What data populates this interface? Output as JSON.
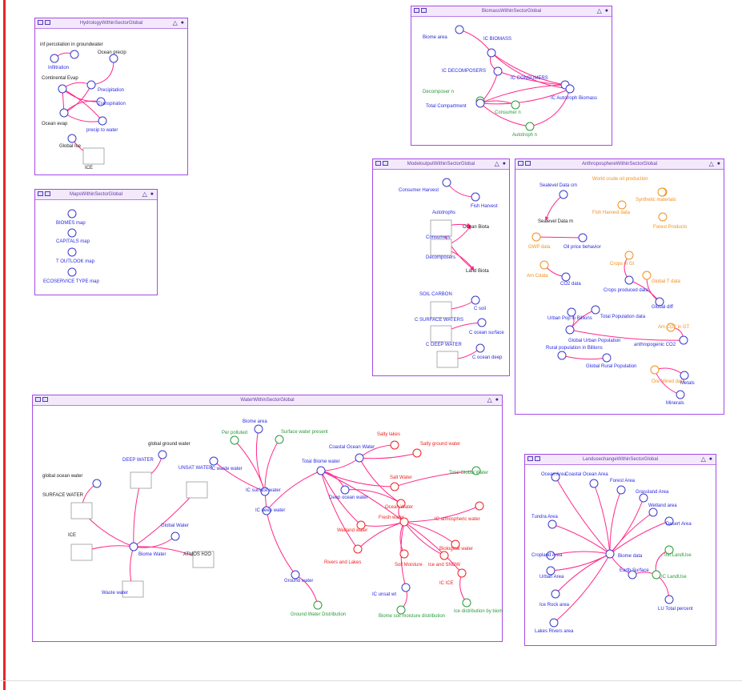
{
  "panels": [
    {
      "id": "hydro",
      "title": "HydrologyWithinSectorGlobal",
      "labels": [
        {
          "t": "inf percolation in groundwater",
          "c": "k"
        },
        {
          "t": "Infiltration",
          "c": "b"
        },
        {
          "t": "Ocean precip",
          "c": "k"
        },
        {
          "t": "Continental Evap",
          "c": "k"
        },
        {
          "t": "Precipitation",
          "c": "b"
        },
        {
          "t": "Transpiration",
          "c": "b"
        },
        {
          "t": "Ocean evap",
          "c": "k"
        },
        {
          "t": "precip to water",
          "c": "b"
        },
        {
          "t": "Global Ice",
          "c": "k"
        },
        {
          "t": "ICE",
          "c": "k"
        }
      ]
    },
    {
      "id": "maps",
      "title": "MapsWithinSectorGlobal",
      "labels": [
        {
          "t": "BIOMES map",
          "c": "b"
        },
        {
          "t": "CAPITALS map",
          "c": "b"
        },
        {
          "t": "T OUTLOOK map",
          "c": "b"
        },
        {
          "t": "ECOSERVICE TYPE map",
          "c": "b"
        }
      ]
    },
    {
      "id": "biomass",
      "title": "BiomassWithinSectorGlobal",
      "labels": [
        {
          "t": "Biome area",
          "c": "b"
        },
        {
          "t": "IC BIOMASS",
          "c": "b"
        },
        {
          "t": "IC DECOMPOSERS",
          "c": "b"
        },
        {
          "t": "IC CONSUMERS",
          "c": "b"
        },
        {
          "t": "Decomposer n",
          "c": "g"
        },
        {
          "t": "IC Autotroph Biomass",
          "c": "b"
        },
        {
          "t": "Total Compartment",
          "c": "b"
        },
        {
          "t": "Consumer n",
          "c": "g"
        },
        {
          "t": "Autotroph n",
          "c": "g"
        }
      ]
    },
    {
      "id": "model",
      "title": "ModeloutputWithinSectorGlobal",
      "labels": [
        {
          "t": "Consumer Harvest",
          "c": "b"
        },
        {
          "t": "Fish Harvest",
          "c": "b"
        },
        {
          "t": "Autotrophs",
          "c": "b"
        },
        {
          "t": "Ocean Biota",
          "c": "k"
        },
        {
          "t": "Consumers",
          "c": "b"
        },
        {
          "t": "Decomposers",
          "c": "b"
        },
        {
          "t": "Land Biota",
          "c": "k"
        },
        {
          "t": "SOIL CARBON",
          "c": "b"
        },
        {
          "t": "C soil",
          "c": "b"
        },
        {
          "t": "C SURFACE WATERS",
          "c": "b"
        },
        {
          "t": "C ocean surface",
          "c": "b"
        },
        {
          "t": "C DEEP WATER",
          "c": "b"
        },
        {
          "t": "C ocean deep",
          "c": "b"
        }
      ]
    },
    {
      "id": "anthro",
      "title": "AnthroposphereWithinSectorGlobal",
      "labels": [
        {
          "t": "Sealevel Data cm",
          "c": "b"
        },
        {
          "t": "World crude oil production",
          "c": "o"
        },
        {
          "t": "Synthetic materials",
          "c": "o"
        },
        {
          "t": "Fish Harvest data",
          "c": "o"
        },
        {
          "t": "Sealevel Data m",
          "c": "k"
        },
        {
          "t": "Forest Products",
          "c": "o"
        },
        {
          "t": "GWP data",
          "c": "o"
        },
        {
          "t": "Oil price behavior",
          "c": "b"
        },
        {
          "t": "Crops in Gt",
          "c": "o"
        },
        {
          "t": "Am Cdata",
          "c": "o"
        },
        {
          "t": "CO2 data",
          "c": "b"
        },
        {
          "t": "Crops produced data",
          "c": "b"
        },
        {
          "t": "Global T data",
          "c": "o"
        },
        {
          "t": "Global diff",
          "c": "b"
        },
        {
          "t": "Total Population data",
          "c": "b"
        },
        {
          "t": "Urban Pop in Billions",
          "c": "b"
        },
        {
          "t": "Am CO2 in GT",
          "c": "o"
        },
        {
          "t": "Global Urban Population",
          "c": "b"
        },
        {
          "t": "anthropogenic CO2",
          "c": "b"
        },
        {
          "t": "Rural population in Billions",
          "c": "b"
        },
        {
          "t": "Global Rural Population",
          "c": "b"
        },
        {
          "t": "Ore Mined data",
          "c": "o"
        },
        {
          "t": "Metals",
          "c": "b"
        },
        {
          "t": "Minerals",
          "c": "b"
        }
      ]
    },
    {
      "id": "water",
      "title": "WaterWithinSectorGlobal",
      "labels": [
        {
          "t": "global ground water",
          "c": "k"
        },
        {
          "t": "DEEP WATER",
          "c": "b"
        },
        {
          "t": "global ocean water",
          "c": "k"
        },
        {
          "t": "UNSAT WATER",
          "c": "b"
        },
        {
          "t": "SURFACE WATER",
          "c": "k"
        },
        {
          "t": "Global Water",
          "c": "b"
        },
        {
          "t": "ICE",
          "c": "k"
        },
        {
          "t": "Biome Water",
          "c": "b"
        },
        {
          "t": "ATMOS H2O",
          "c": "k"
        },
        {
          "t": "Waste water",
          "c": "b"
        },
        {
          "t": "Biome area",
          "c": "b"
        },
        {
          "t": "Per polluted",
          "c": "g"
        },
        {
          "t": "Surface water present",
          "c": "g"
        },
        {
          "t": "Salty lakes",
          "c": "r"
        },
        {
          "t": "Salty ground water",
          "c": "r"
        },
        {
          "t": "Coastal Ocean Water",
          "c": "b"
        },
        {
          "t": "Total Biome water",
          "c": "b"
        },
        {
          "t": "IC waste water",
          "c": "b"
        },
        {
          "t": "Total Global Water",
          "c": "g"
        },
        {
          "t": "Salt Water",
          "c": "r"
        },
        {
          "t": "IC surface water",
          "c": "b"
        },
        {
          "t": "Deep ocean water",
          "c": "b"
        },
        {
          "t": "Ocean Water",
          "c": "r"
        },
        {
          "t": "IC deep water",
          "c": "b"
        },
        {
          "t": "Fresh water",
          "c": "r"
        },
        {
          "t": "IC atmospheric water",
          "c": "r"
        },
        {
          "t": "Wetland water",
          "c": "r"
        },
        {
          "t": "Rivers and Lakes",
          "c": "r"
        },
        {
          "t": "Biological water",
          "c": "r"
        },
        {
          "t": "Soil Moisture",
          "c": "r"
        },
        {
          "t": "Ice and SNOW",
          "c": "r"
        },
        {
          "t": "Ground water",
          "c": "b"
        },
        {
          "t": "IC ICE",
          "c": "r"
        },
        {
          "t": "IC unsat wt",
          "c": "b"
        },
        {
          "t": "Ground Water Distribution",
          "c": "g"
        },
        {
          "t": "Ice distribution by biome",
          "c": "g"
        },
        {
          "t": "Biome soil moisture distribution",
          "c": "g"
        }
      ]
    },
    {
      "id": "land",
      "title": "LandusechangeWithinSectorGlobal",
      "labels": [
        {
          "t": "Ocean Area",
          "c": "b"
        },
        {
          "t": "Coastal Ocean Area",
          "c": "b"
        },
        {
          "t": "Forest Area",
          "c": "b"
        },
        {
          "t": "Grassland Area",
          "c": "b"
        },
        {
          "t": "Wetland area",
          "c": "b"
        },
        {
          "t": "Tundra Area",
          "c": "b"
        },
        {
          "t": "Desert Area",
          "c": "b"
        },
        {
          "t": "Biome data",
          "c": "b"
        },
        {
          "t": "Cropland Area",
          "c": "b"
        },
        {
          "t": "Init LandUse",
          "c": "g"
        },
        {
          "t": "Earth Surface",
          "c": "b"
        },
        {
          "t": "IC LandUse",
          "c": "g"
        },
        {
          "t": "Urban Area",
          "c": "b"
        },
        {
          "t": "Ice Rock area",
          "c": "b"
        },
        {
          "t": "LU Total percent",
          "c": "b"
        },
        {
          "t": "Lakes Rivers area",
          "c": "b"
        }
      ]
    }
  ],
  "colors": {
    "frame": "#a64be6",
    "link": "#ff2a8a",
    "k": "#222222",
    "b": "#2a2ae0",
    "g": "#2a9a3a",
    "o": "#f2901e",
    "r": "#ee2222",
    "red_rule": "#e8252a"
  },
  "icons": [
    "toolbar-icon",
    "lock-icon",
    "triangle-icon",
    "node-circle-icon",
    "stock-box-icon"
  ]
}
